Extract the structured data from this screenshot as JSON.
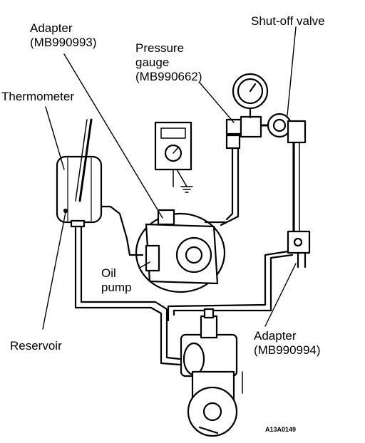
{
  "labels": {
    "adapter_top": {
      "line1": "Adapter",
      "line2": "(MB990993)"
    },
    "pressure_gauge": {
      "line1": "Pressure",
      "line2": "gauge",
      "line3": "(MB990662)"
    },
    "shutoff_valve": "Shut-off valve",
    "thermometer": "Thermometer",
    "oil_pump": {
      "line1": "Oil",
      "line2": "pump"
    },
    "reservoir": "Reservoir",
    "adapter_bottom": {
      "line1": "Adapter",
      "line2": "(MB990994)"
    }
  },
  "figure_code": "A13A0149"
}
